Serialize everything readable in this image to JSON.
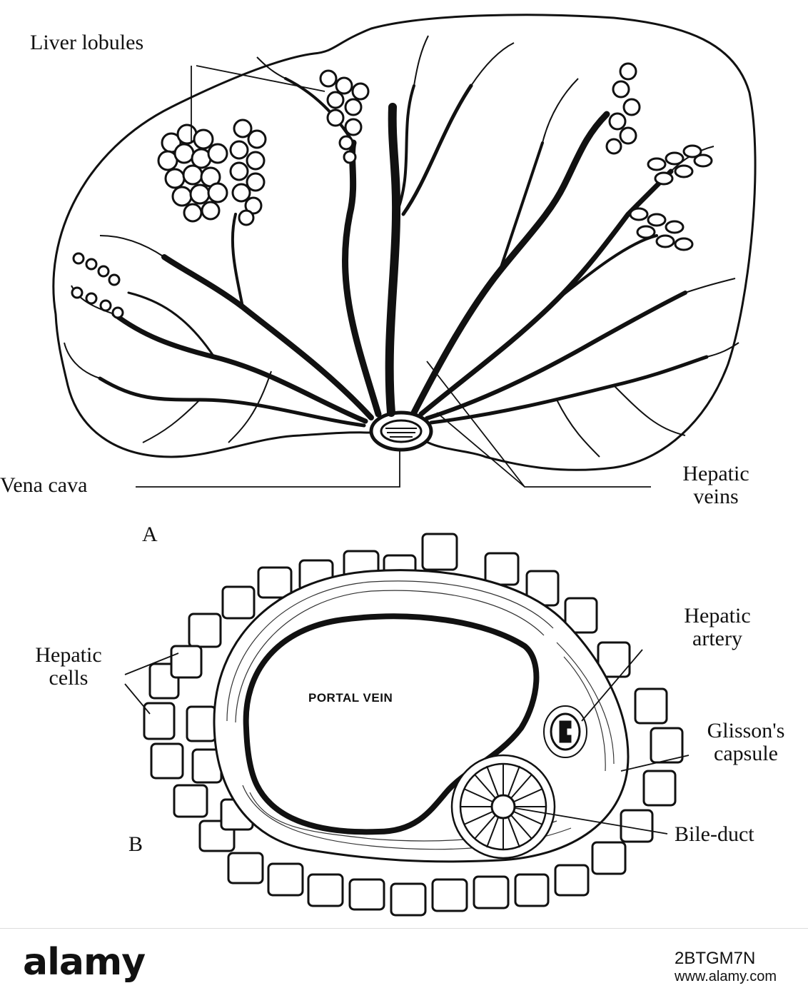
{
  "figure": {
    "panel_a": {
      "marker": "A",
      "labels": {
        "liver_lobules": "Liver lobules",
        "vena_cava": "Vena cava",
        "hepatic_veins_line1": "Hepatic",
        "hepatic_veins_line2": "veins"
      }
    },
    "panel_b": {
      "marker": "B",
      "vessel_text": "PORTAL VEIN",
      "labels": {
        "hepatic_cells_line1": "Hepatic",
        "hepatic_cells_line2": "cells",
        "hepatic_artery_line1": "Hepatic",
        "hepatic_artery_line2": "artery",
        "glissons_capsule_line1": "Glisson's",
        "glissons_capsule_line2": "capsule",
        "bile_duct": "Bile-duct"
      }
    }
  },
  "footer": {
    "brand": "alamy",
    "image_code": "2BTGM7N",
    "url": "www.alamy.com"
  }
}
